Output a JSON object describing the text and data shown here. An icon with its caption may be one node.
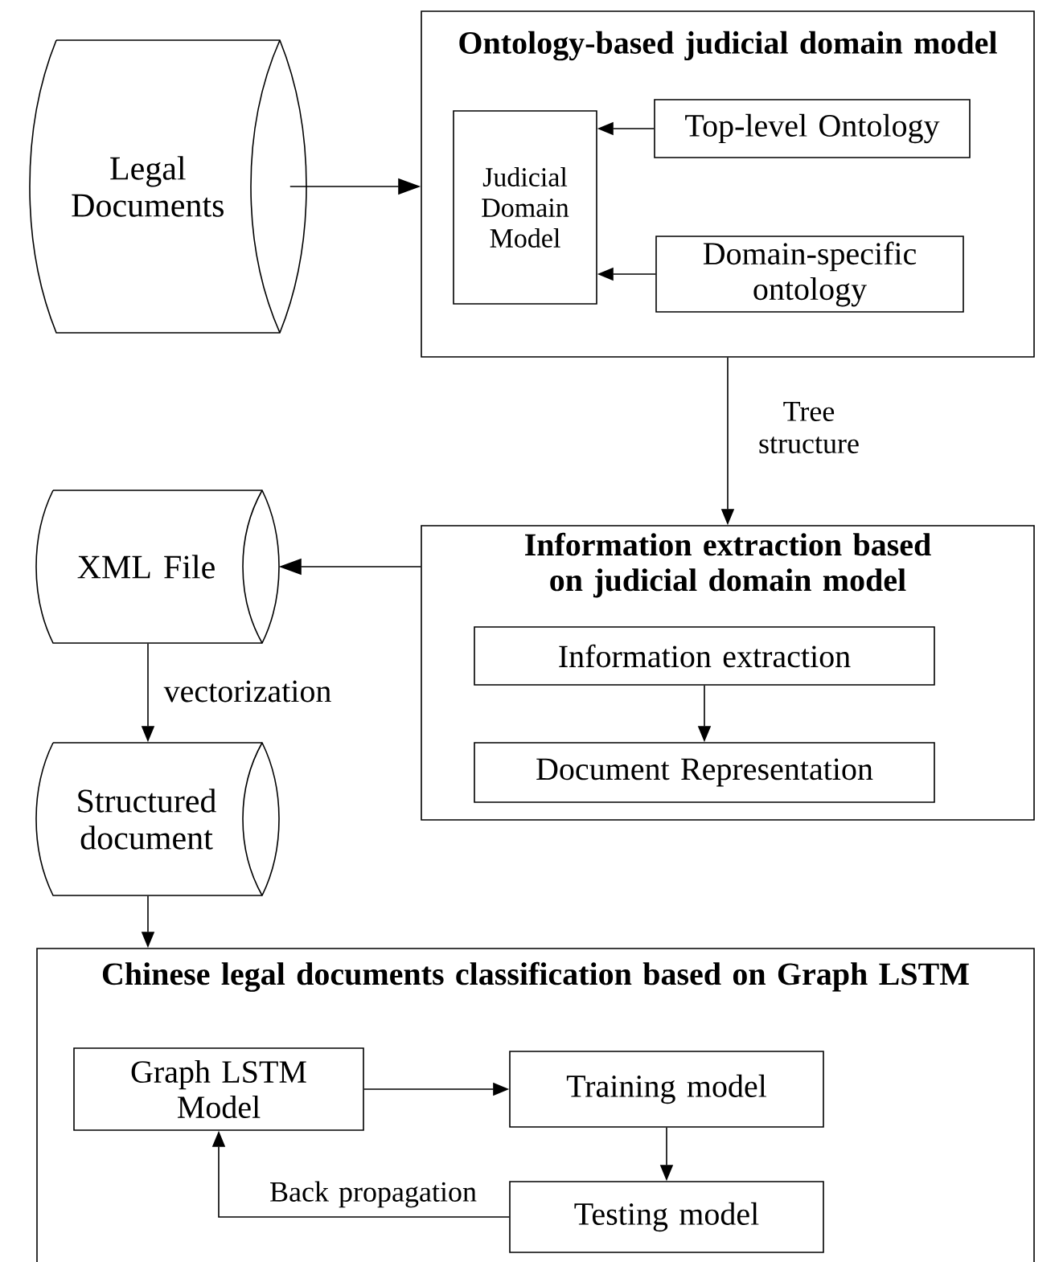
{
  "diagram": {
    "nodes": [
      {
        "text": [
          "Legal Documents"
        ]
      },
      {
        "text": [
          "Ontology-based judicial domain model"
        ]
      },
      {
        "text": [
          "Judicial Domain Model"
        ],
        "in": 1
      },
      {
        "text": [
          "Top-level Ontology"
        ],
        "in": 1
      },
      {
        "text": [
          "Domain-specific ontology"
        ],
        "in": 1
      },
      {
        "text": [
          "XML File"
        ]
      },
      {
        "text": [
          "Information extraction based on judicial domain model"
        ]
      },
      {
        "text": [
          "Information extraction"
        ],
        "in": 6
      },
      {
        "text": [
          "Document Representation"
        ],
        "in": 6
      },
      {
        "text": [
          "Structured document"
        ]
      },
      {
        "text": [
          "Chinese legal documents classification based on Graph LSTM"
        ]
      },
      {
        "text": [
          "Graph LSTM Model"
        ],
        "in": 10
      },
      {
        "text": [
          "Training model"
        ],
        "in": 10
      },
      {
        "text": [
          "Testing model"
        ],
        "in": 10
      }
    ],
    "edges": [
      {
        "from": 0,
        "to": 1,
        "arrow": "to"
      },
      {
        "from": 3,
        "to": 2,
        "arrow": "to"
      },
      {
        "from": 4,
        "to": 2,
        "arrow": "to"
      },
      {
        "from": 1,
        "to": 6,
        "arrow": "to",
        "label": "Tree structure"
      },
      {
        "from": 6,
        "to": 5,
        "arrow": "to"
      },
      {
        "from": 5,
        "to": 9,
        "arrow": "to",
        "label": "vectorization"
      },
      {
        "from": 7,
        "to": 8,
        "arrow": "to"
      },
      {
        "from": 9,
        "to": 10,
        "arrow": "to"
      },
      {
        "from": 11,
        "to": 12,
        "arrow": "to"
      },
      {
        "from": 12,
        "to": 13,
        "arrow": "to"
      },
      {
        "from": 13,
        "to": 11,
        "arrow": "to",
        "label": "Back propagation"
      }
    ]
  }
}
